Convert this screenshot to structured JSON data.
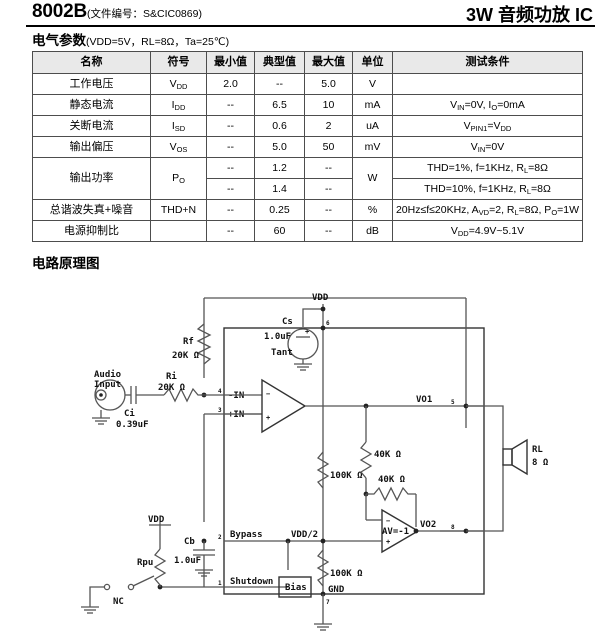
{
  "header": {
    "part_number": "8002B",
    "doc_note": "(文件编号：S&CIC0869)",
    "title_right": "3W 音频功放 IC"
  },
  "section": {
    "title": "电气参数",
    "conditions": "(VDD=5V，RL=8Ω，Ta=25℃)"
  },
  "spec_table": {
    "columns": [
      "名称",
      "符号",
      "最小值",
      "典型值",
      "最大值",
      "单位",
      "测试条件"
    ],
    "rows": [
      {
        "name": "工作电压",
        "sym_main": "V",
        "sym_sub": "DD",
        "min": "2.0",
        "typ": "--",
        "max": "5.0",
        "unit": "V",
        "cond": "",
        "cond_html": ""
      },
      {
        "name": "静态电流",
        "sym_main": "I",
        "sym_sub": "DD",
        "min": "--",
        "typ": "6.5",
        "max": "10",
        "unit": "mA",
        "cond": "VIN=0V, IO=0mA"
      },
      {
        "name": "关断电流",
        "sym_main": "I",
        "sym_sub": "SD",
        "min": "--",
        "typ": "0.6",
        "max": "2",
        "unit": "uA",
        "cond": "VPIN1=VDD"
      },
      {
        "name": "输出偏压",
        "sym_main": "V",
        "sym_sub": "OS",
        "min": "--",
        "typ": "5.0",
        "max": "50",
        "unit": "mV",
        "cond": "VIN=0V"
      },
      {
        "name": "输出功率",
        "sym_main": "P",
        "sym_sub": "O",
        "min": "--",
        "typ": "1.2",
        "max": "--",
        "unit": "W",
        "cond": "THD=1%, f=1KHz, RL=8Ω"
      },
      {
        "name": "",
        "sym_main": "",
        "sym_sub": "",
        "min": "--",
        "typ": "1.4",
        "max": "--",
        "unit": "",
        "cond": "THD=10%, f=1KHz, RL=8Ω"
      },
      {
        "name": "总谐波失真+噪音",
        "sym_main": "THD+N",
        "sym_sub": "",
        "min": "--",
        "typ": "0.25",
        "max": "--",
        "unit": "%",
        "cond": "20Hz≤f≤20KHz, AVD=2, RL=8Ω, PO=1W"
      },
      {
        "name": "电源抑制比",
        "sym_main": "",
        "sym_sub": "",
        "min": "--",
        "typ": "60",
        "max": "--",
        "unit": "dB",
        "cond": "VDD=4.9V~5.1V"
      }
    ]
  },
  "circuit": {
    "title": "电路原理图",
    "labels": {
      "vdd_top": "VDD",
      "vdd_pullup": "VDD",
      "cs_name": "Cs",
      "cs_value": "1.0uF",
      "cs_type": "Tant",
      "rf_name": "Rf",
      "rf_value": "20K Ω",
      "ri_name": "Ri",
      "ri_value": "20K Ω",
      "audio_in_1": "Audio",
      "audio_in_2": "Input",
      "ci_name": "Ci",
      "ci_value": "0.39uF",
      "neg_in": "-IN",
      "pos_in": "+IN",
      "pin_neg_in": "4",
      "pin_pos_in": "3",
      "pin_vdd": "6",
      "pin_gnd": "7",
      "pin_vo1": "5",
      "pin_vo2": "8",
      "pin_bypass": "2",
      "pin_shutdown": "1",
      "vo1": "VO1",
      "vo2": "VO2",
      "r100k_a": "100K Ω",
      "r100k_b": "100K Ω",
      "r40k_a": "40K Ω",
      "r40k_b": "40K Ω",
      "av_gain": "AV=-1",
      "bypass": "Bypass",
      "vdd_half": "VDD/2",
      "cb_name": "Cb",
      "cb_value": "1.0uF",
      "shutdown": "Shutdown",
      "bias": "Bias",
      "rpu_name": "Rpu",
      "nc": "NC",
      "gnd": "GND",
      "spk_name": "RL",
      "spk_value": "8 Ω"
    }
  },
  "colors": {
    "ink": "#000000",
    "wire": "#444444",
    "table_border": "#4d4d4d",
    "header_fill": "#e9e9e9"
  }
}
